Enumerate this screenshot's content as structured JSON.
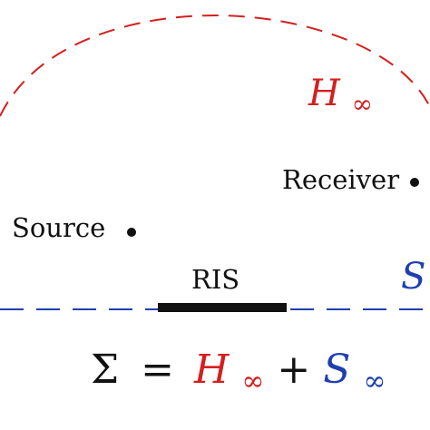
{
  "labels": {
    "h_inf": {
      "base": "H",
      "sub": "∞"
    },
    "s_inf": {
      "base": "S",
      "sub": "∞"
    },
    "receiver": "Receiver",
    "source": "Source",
    "ris": "RIS"
  },
  "equation": {
    "sigma": "Σ",
    "equals": "=",
    "h_base": "H",
    "h_sub": "∞",
    "plus": "+",
    "s_base": "S",
    "s_sub": "∞"
  },
  "colors": {
    "hemisphere": "#d41f1f",
    "plane": "#1f3fb0",
    "ink": "#111111",
    "background": "#ffffff"
  }
}
